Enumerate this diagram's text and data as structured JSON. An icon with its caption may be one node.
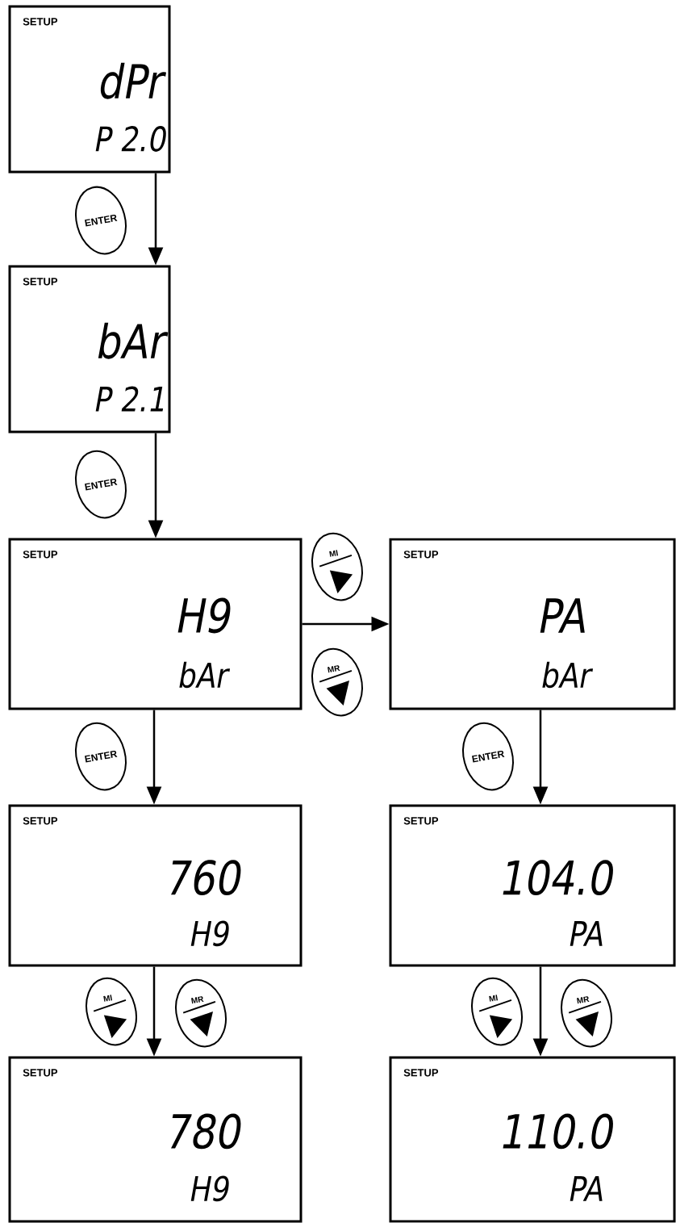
{
  "diagram": {
    "nodes": [
      {
        "text": [
          "SETUP",
          "dPr",
          "P 2.0"
        ]
      },
      {
        "text": [
          "SETUP",
          "bAr",
          "P 2.1"
        ]
      },
      {
        "text": [
          "SETUP",
          "H9",
          "bAr"
        ]
      },
      {
        "text": [
          "SETUP",
          "PA",
          "bAr"
        ]
      },
      {
        "text": [
          "SETUP",
          "760",
          "H9"
        ]
      },
      {
        "text": [
          "SETUP",
          "104.0",
          "PA"
        ]
      },
      {
        "text": [
          "SETUP",
          "780",
          "H9"
        ]
      },
      {
        "text": [
          "SETUP",
          "110.0",
          "PA"
        ]
      },
      {
        "text": [
          "ENTER"
        ]
      },
      {
        "text": [
          "ENTER"
        ]
      },
      {
        "text": [
          "MI"
        ]
      },
      {
        "text": [
          "MR"
        ]
      },
      {
        "text": [
          "ENTER"
        ]
      },
      {
        "text": [
          "ENTER"
        ]
      },
      {
        "text": [
          "MI"
        ]
      },
      {
        "text": [
          "MR"
        ]
      },
      {
        "text": [
          "MI"
        ]
      },
      {
        "text": [
          "MR"
        ]
      }
    ],
    "edges": [
      {
        "from": 0,
        "to": 1,
        "arrow": "to"
      },
      {
        "from": 1,
        "to": 2,
        "arrow": "to"
      },
      {
        "from": 2,
        "to": 3,
        "arrow": "to"
      },
      {
        "from": 2,
        "to": 4,
        "arrow": "to"
      },
      {
        "from": 3,
        "to": 5,
        "arrow": "to"
      },
      {
        "from": 4,
        "to": 6,
        "arrow": "to"
      },
      {
        "from": 5,
        "to": 7,
        "arrow": "to"
      }
    ]
  }
}
